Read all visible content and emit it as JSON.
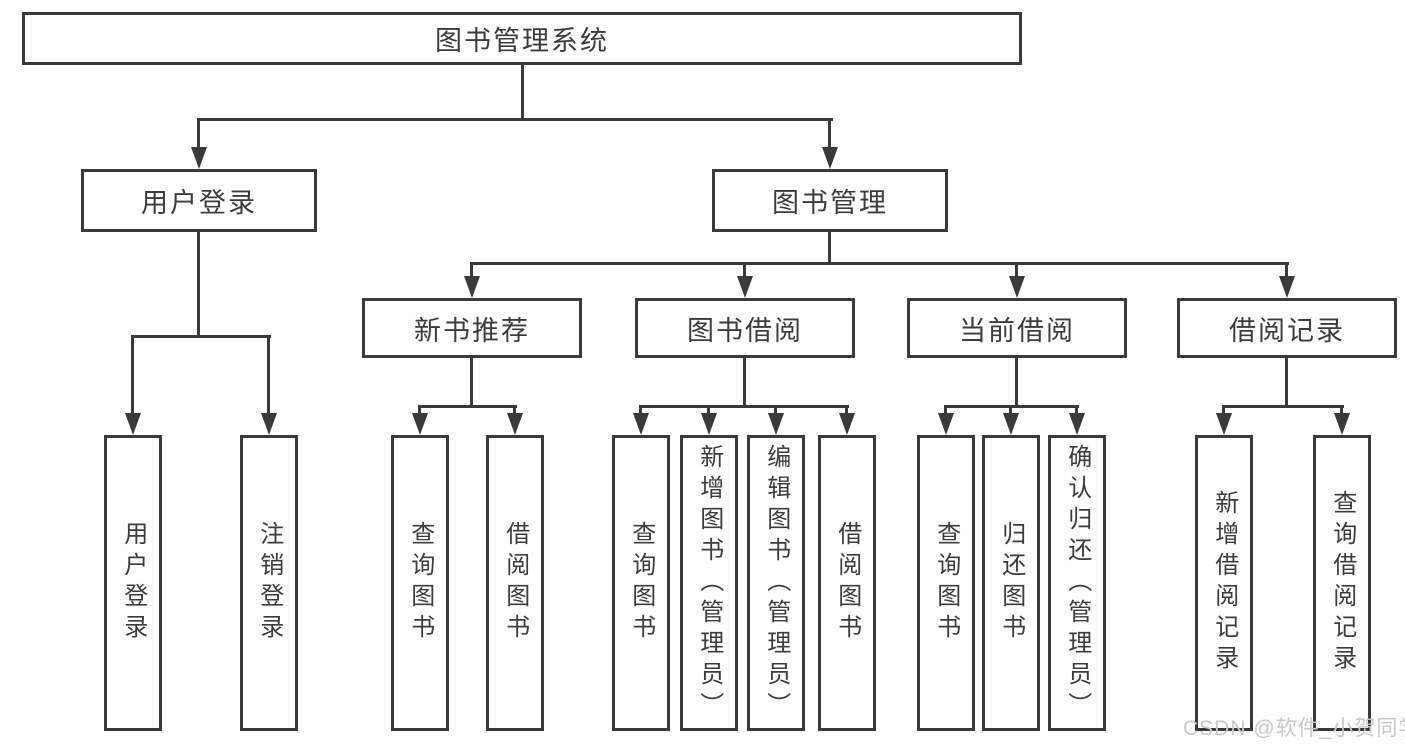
{
  "tree": {
    "root": {
      "label": "图书管理系统",
      "children": [
        {
          "label": "用户登录",
          "children": [
            {
              "label": "用户登录"
            },
            {
              "label": "注销登录"
            }
          ]
        },
        {
          "label": "图书管理",
          "children": [
            {
              "label": "新书推荐",
              "children": [
                {
                  "label": "查询图书"
                },
                {
                  "label": "借阅图书"
                }
              ]
            },
            {
              "label": "图书借阅",
              "children": [
                {
                  "label": "查询图书"
                },
                {
                  "label": "新增图书（管理员）"
                },
                {
                  "label": "编辑图书（管理员）"
                },
                {
                  "label": "借阅图书"
                }
              ]
            },
            {
              "label": "当前借阅",
              "children": [
                {
                  "label": "查询图书"
                },
                {
                  "label": "归还图书"
                },
                {
                  "label": "确认归还（管理员）"
                }
              ]
            },
            {
              "label": "借阅记录",
              "children": [
                {
                  "label": "新增借阅记录"
                },
                {
                  "label": "查询借阅记录"
                }
              ]
            }
          ]
        }
      ]
    }
  },
  "watermark": {
    "text": "CSDN @软件_小贺同学"
  },
  "colors": {
    "line": "#3a3a3a",
    "text": "#3c3c3c",
    "watermark": "#c9c9c9",
    "background": "#ffffff"
  }
}
